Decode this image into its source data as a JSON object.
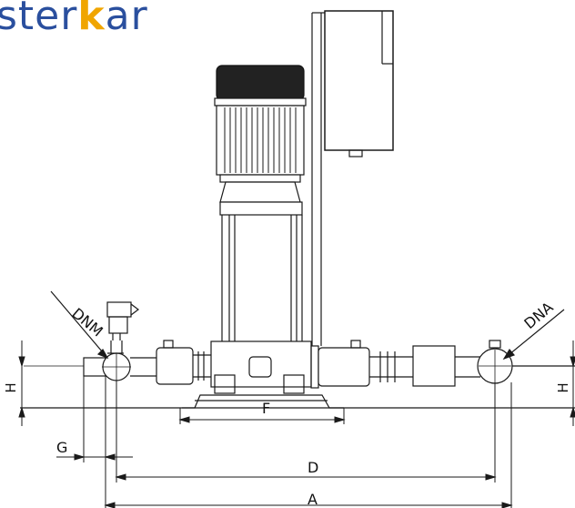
{
  "brand": {
    "part1": "ster",
    "part2": "k",
    "part3": "ar",
    "color_primary": "#2a4f9e",
    "color_accent": "#f0a500"
  },
  "labels": {
    "dnm": "DNM",
    "dna": "DNA",
    "h_left": "H",
    "h_right": "H",
    "g": "G",
    "f": "F",
    "d": "D",
    "a": "A"
  },
  "colors": {
    "line": "#1a1a1a",
    "fill": "#ffffff",
    "motor_fill": "#222222"
  }
}
